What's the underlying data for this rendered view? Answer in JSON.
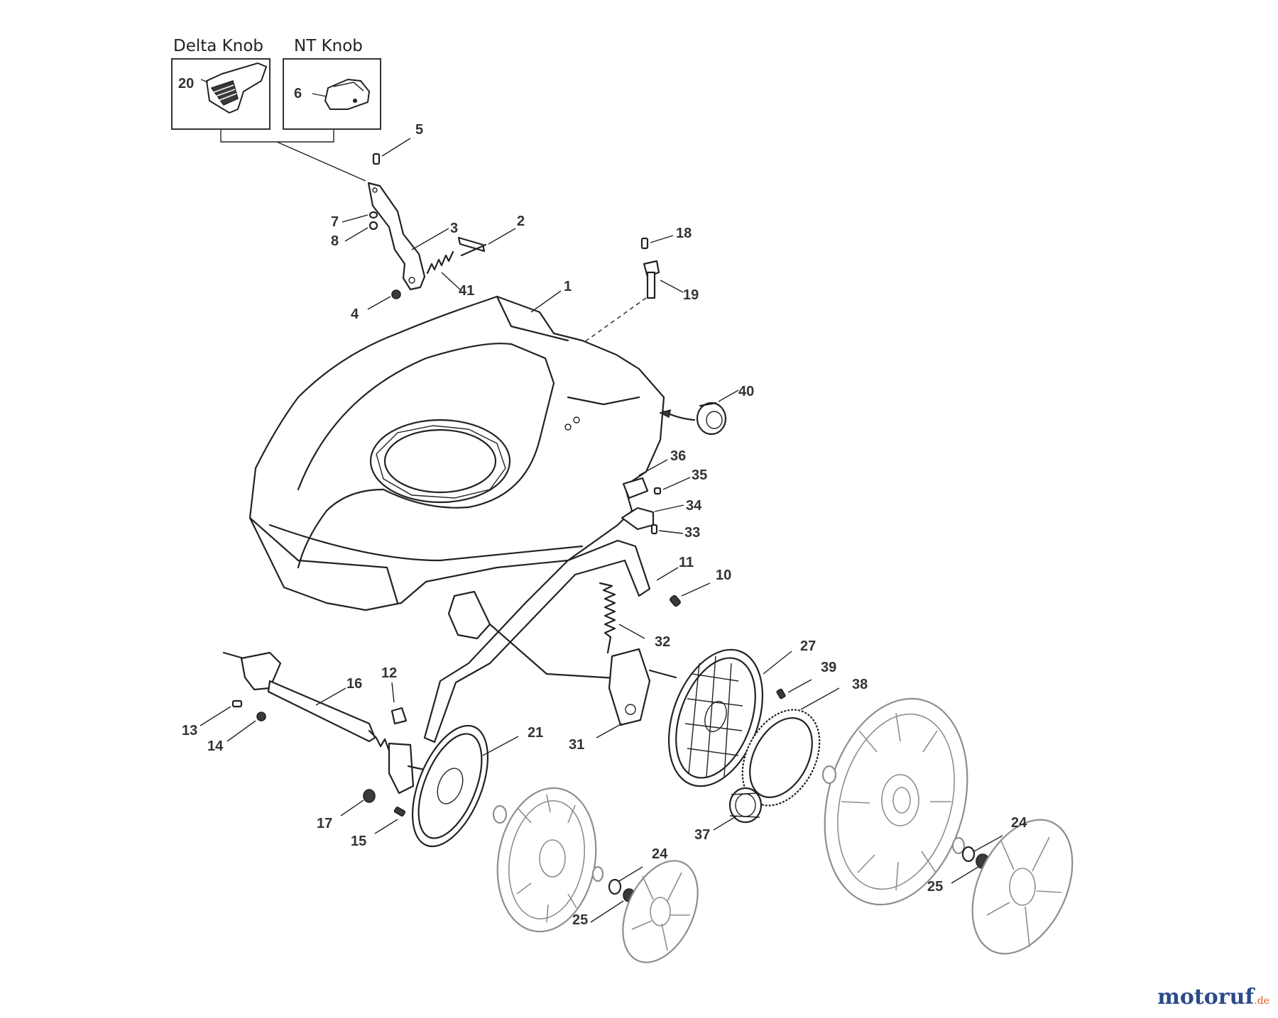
{
  "diagram": {
    "insets": [
      {
        "title": "Delta Knob",
        "part": "20"
      },
      {
        "title": "NT Knob",
        "part": "6"
      }
    ],
    "callouts": [
      "20",
      "6",
      "5",
      "7",
      "8",
      "3",
      "2",
      "41",
      "4",
      "1",
      "18",
      "19",
      "40",
      "36",
      "35",
      "34",
      "33",
      "11",
      "10",
      "32",
      "27",
      "39",
      "38",
      "12",
      "16",
      "13",
      "14",
      "21",
      "31",
      "17",
      "15",
      "37",
      "24",
      "24",
      "25",
      "25"
    ]
  },
  "watermark": {
    "brand": "motoruf",
    "suffix": ".de",
    "brand_color": "#2b4a8a",
    "accent_color": "#e2561e"
  },
  "colors": {
    "line": "#222222",
    "wheel_line": "#8e8e8e",
    "label": "#333333"
  }
}
